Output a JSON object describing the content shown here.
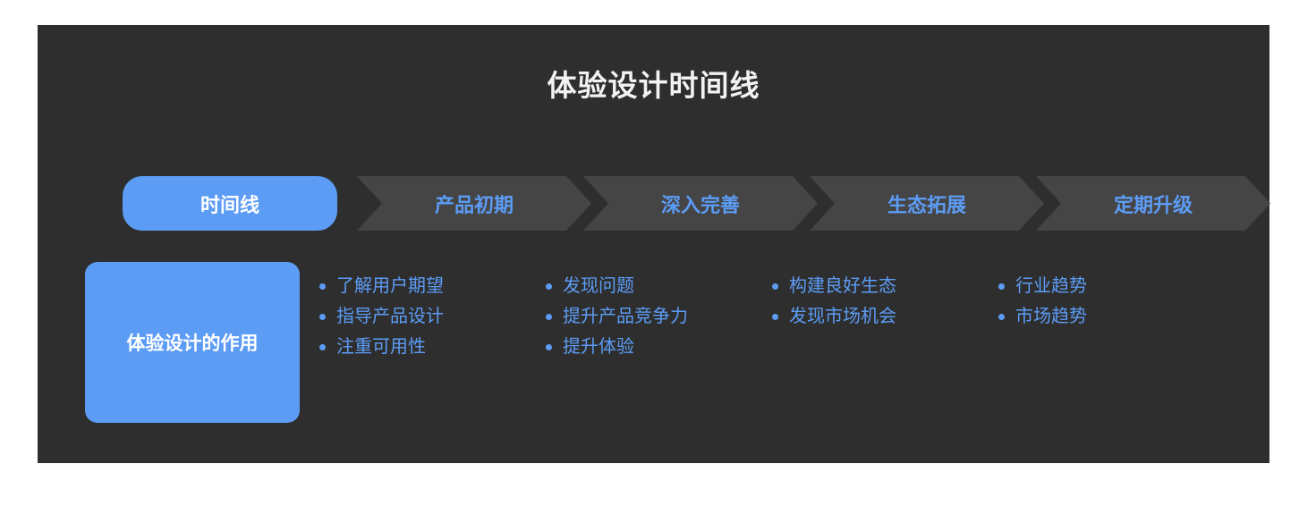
{
  "slide": {
    "title": "体验设计时间线",
    "background_color": "#2e2e2e",
    "accent_color": "#5c9cf5",
    "chevron_color": "#454545",
    "title_color": "#f2f2f2"
  },
  "timeline": {
    "row_label": "时间线",
    "stages": [
      {
        "label": "产品初期"
      },
      {
        "label": "深入完善"
      },
      {
        "label": "生态拓展"
      },
      {
        "label": "定期升级"
      }
    ]
  },
  "roles": {
    "row_label": "体验设计的作用",
    "columns": [
      {
        "items": [
          "了解用户期望",
          "指导产品设计",
          "注重可用性"
        ]
      },
      {
        "items": [
          "发现问题",
          "提升产品竞争力",
          "提升体验"
        ]
      },
      {
        "items": [
          "构建良好生态",
          "发现市场机会"
        ]
      },
      {
        "items": [
          "行业趋势",
          "市场趋势"
        ]
      }
    ]
  }
}
